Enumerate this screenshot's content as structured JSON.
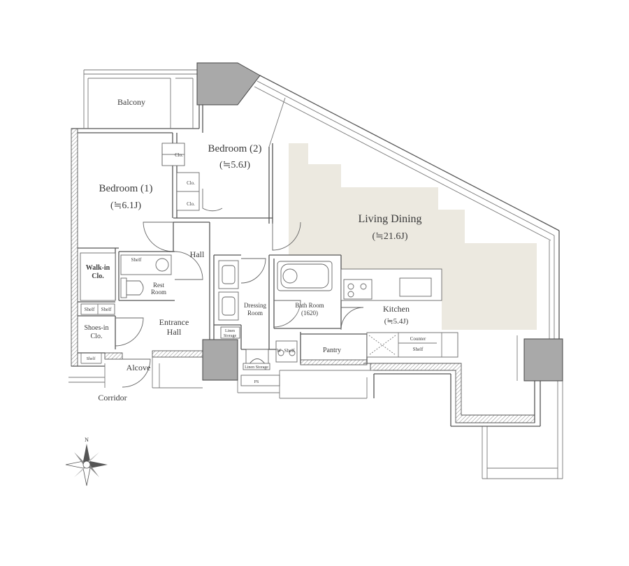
{
  "rooms": {
    "balcony": "Balcony",
    "bedroom1_name": "Bedroom (1)",
    "bedroom1_size": "(≒6.1J)",
    "bedroom2_name": "Bedroom (2)",
    "bedroom2_size": "(≒5.6J)",
    "living_name": "Living Dining",
    "living_size": "(≒21.6J)",
    "hall": "Hall",
    "walkin_line1": "Walk-in",
    "walkin_line2": "Clo.",
    "shelf_walkin": "Shelf",
    "rest_line1": "Rest",
    "rest_line2": "Room",
    "shelf_left1": "Shelf",
    "shelf_left2": "Shelf",
    "shoes_line1": "Shoes-in",
    "shoes_line2": "Clo.",
    "shelf_shoes": "Shelf",
    "entrance_line1": "Entrance",
    "entrance_line2": "Hall",
    "alcove": "Alcove",
    "corridor": "Corridor",
    "dressing_line1": "Dressing",
    "dressing_line2": "Room",
    "linen1_line1": "Linen",
    "linen1_line2": "Storage",
    "linen2": "Linen Storage",
    "ps": "PS",
    "bath_line1": "Bath Room",
    "bath_line2": "(1620)",
    "w_label": "W",
    "shelf_bath": "Shelf",
    "pantry": "Pantry",
    "kitchen_name": "Kitchen",
    "kitchen_size": "(≒5.4J)",
    "counter": "Counter",
    "shelf_kitchen": "Shelf",
    "clo_a": "Clo.",
    "clo_b": "Clo.",
    "clo_c": "Clo.",
    "compass_n": "N"
  },
  "colors": {
    "living_highlight": "#ece9e0",
    "column_fill": "#a9a9a9",
    "wall": "#555555"
  }
}
